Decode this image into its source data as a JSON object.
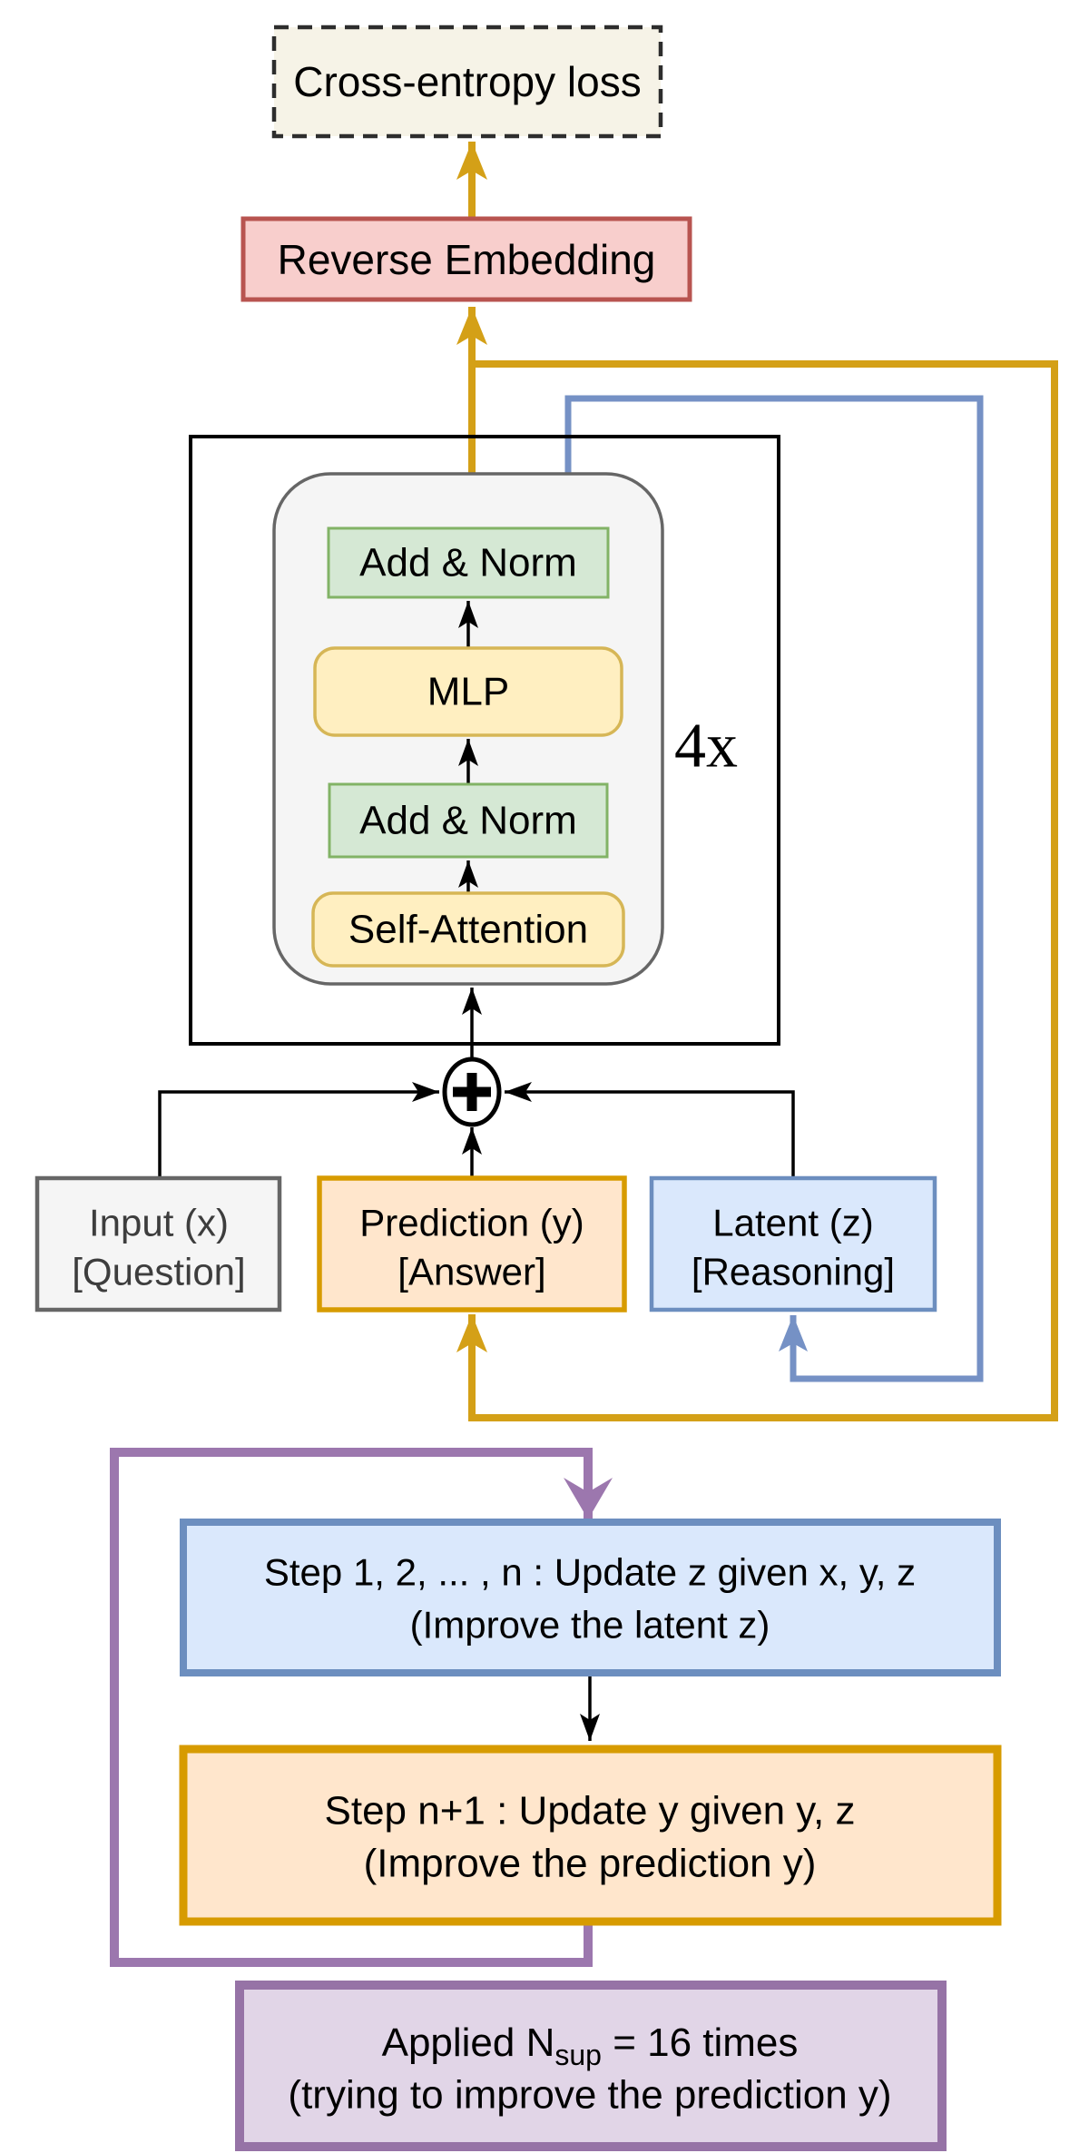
{
  "colors": {
    "gold_line": "#D4A017",
    "orange_border": "#D79B00",
    "orange_fill": "#FFE6CC",
    "blue_line": "#7591C5",
    "blue_border": "#6C8EBF",
    "blue_fill": "#DAE8FC",
    "purple_line": "#9C77AE",
    "purple_border": "#9673A6",
    "purple_fill": "#E1D5E7",
    "red_border": "#B85450",
    "red_fill": "#F8CECC",
    "green_border": "#82B366",
    "green_fill": "#D5E8D4",
    "yellow_border": "#D6B656",
    "yellow_fill": "#FFEFC1",
    "gray_border": "#666666",
    "gray_fill": "#F5F5F5",
    "cream_fill": "#F6F3E7",
    "black": "#000000"
  },
  "loss_box": {
    "label": "Cross-entropy loss"
  },
  "reverse_embedding": {
    "label": "Reverse Embedding"
  },
  "transformer_block": {
    "repeat_label": "4x",
    "layers": [
      {
        "label": "Add & Norm"
      },
      {
        "label": "MLP"
      },
      {
        "label": "Add & Norm"
      },
      {
        "label": "Self-Attention"
      }
    ]
  },
  "add_node": {
    "symbol": "+"
  },
  "state_boxes": {
    "input": {
      "line1": "Input (x)",
      "line2": "[Question]"
    },
    "prediction": {
      "line1": "Prediction (y)",
      "line2": "[Answer]"
    },
    "latent": {
      "line1": "Latent (z)",
      "line2": "[Reasoning]"
    }
  },
  "process": {
    "update_z": {
      "line1": "Step 1, 2, ... , n : Update z given x, y, z",
      "line2": "(Improve the latent z)"
    },
    "update_y": {
      "line1": "Step n+1 : Update y given y, z",
      "line2": "(Improve the prediction y)"
    },
    "applied": {
      "prefix": "Applied N",
      "subscript": "sup",
      "suffix": " = 16 times",
      "line2": "(trying to improve the prediction y)"
    }
  }
}
